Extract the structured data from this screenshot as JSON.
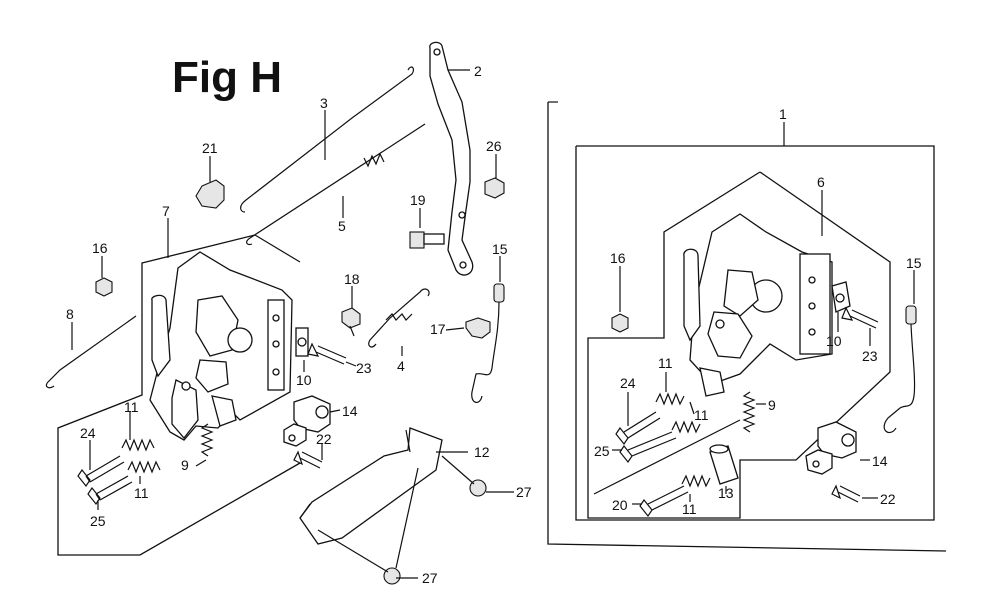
{
  "figure": {
    "title": "Fig H"
  },
  "callouts": {
    "left": {
      "c2": "2",
      "c3": "3",
      "c21": "21",
      "c5": "5",
      "c26": "26",
      "c19": "19",
      "c7": "7",
      "c16": "16",
      "c15": "15",
      "c18": "18",
      "c8": "8",
      "c17": "17",
      "c23": "23",
      "c4": "4",
      "c10": "10",
      "c14": "14",
      "c11a": "11",
      "c24": "24",
      "c22": "22",
      "c12": "12",
      "c9": "9",
      "c11b": "11",
      "c25": "25",
      "c27a": "27",
      "c27b": "27"
    },
    "right": {
      "c1": "1",
      "c6": "6",
      "c16": "16",
      "c15": "15",
      "c10": "10",
      "c23": "23",
      "c11a": "11",
      "c24": "24",
      "c11b": "11",
      "c9": "9",
      "c25": "25",
      "c14": "14",
      "c13": "13",
      "c20": "20",
      "c11c": "11",
      "c22": "22"
    }
  }
}
